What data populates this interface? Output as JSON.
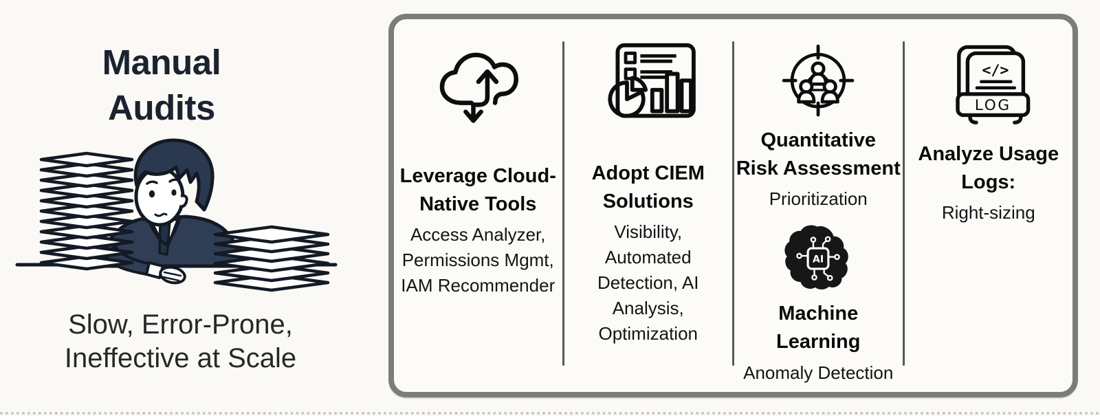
{
  "left_panel": {
    "title": "Manual\nAudits",
    "caption": "Slow, Error-Prone,\nIneffective at Scale",
    "illustration": "overwhelmed-auditor-between-paper-stacks",
    "colors": {
      "title_text": "#1b2230",
      "caption_text": "#272727",
      "suit_navy": "#2f3e54",
      "tie_navy": "#22304a",
      "outline": "#131a24",
      "paper": "#ffffff"
    }
  },
  "solutions_panel": {
    "border_color": "#7c7c7c",
    "background": "#fcfbf8",
    "divider_color": "#585858",
    "text_color": "#0a0a0a",
    "columns": [
      {
        "id": "cloud-native-tools",
        "icon": "cloud-sync-icon",
        "title": "Leverage Cloud-\nNative Tools",
        "subtitle": "Access Analyzer,\nPermissions Mgmt,\nIAM Recommender"
      },
      {
        "id": "ciem-solutions",
        "icon": "dashboard-chart-icon",
        "title": "Adopt CIEM\nSolutions",
        "subtitle": "Visibility,\nAutomated\nDetection, AI\nAnalysis,\nOptimization"
      },
      {
        "id": "risk-assessment-and-ml",
        "groups": [
          {
            "icon": "target-group-icon",
            "title": "Quantitative\nRisk Assessment",
            "subtitle": "Prioritization"
          },
          {
            "icon": "ai-brain-icon",
            "icon_text": "AI",
            "title": "Machine\nLearning",
            "subtitle": "Anomaly Detection"
          }
        ]
      },
      {
        "id": "usage-logs",
        "icon": "log-document-icon",
        "icon_code_text": "</>",
        "icon_log_text": "LOG",
        "title": "Analyze Usage\nLogs:",
        "subtitle": "Right-sizing"
      }
    ]
  }
}
